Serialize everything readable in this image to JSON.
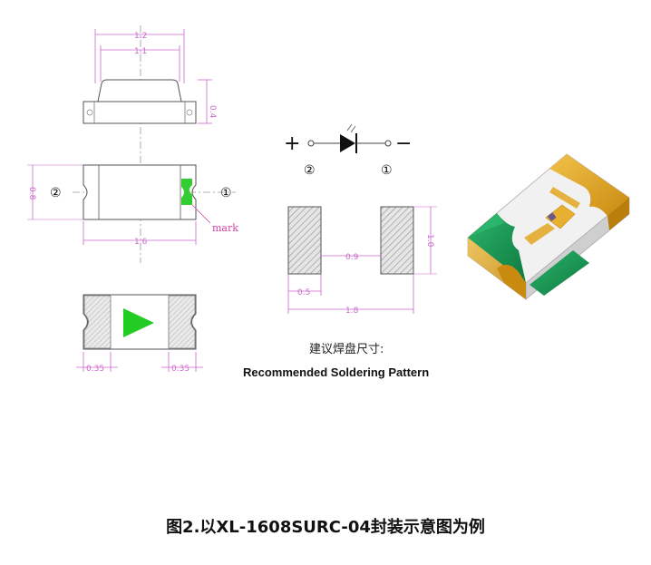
{
  "top_view": {
    "dim_top_outer": "1.2",
    "dim_top_inner": "1.1",
    "dim_height": "0.4"
  },
  "front_view": {
    "dim_height": "0.8",
    "dim_length": "1.6",
    "pin2": "②",
    "pin1": "①",
    "mark_label": "mark",
    "mark_color": "#33cc33"
  },
  "bottom_view": {
    "dim_left": "0.35",
    "dim_right": "0.35",
    "triangle_color": "#22cc22"
  },
  "symbol": {
    "plus": "+",
    "minus": "−",
    "pin2": "②",
    "pin1": "①"
  },
  "pads": {
    "dim_gap": "0.9",
    "dim_pad_width": "0.5",
    "dim_total": "1.8",
    "dim_height": "1.0",
    "cn_label": "建议焊盘尺寸:",
    "en_label": "Recommended Soldering Pattern"
  },
  "caption": "图2.以XL-1608SURC-04封装示意图为例",
  "colors": {
    "dimension": "#cc66cc",
    "pad_gold": "#e0a020",
    "body_white": "#f4f4f4",
    "green": "#1a9a55"
  }
}
